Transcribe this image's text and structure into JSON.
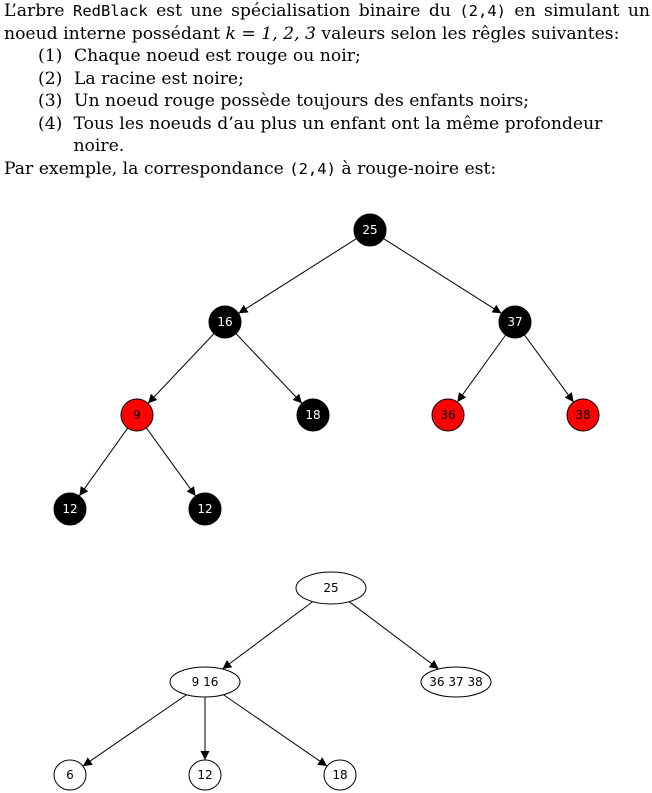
{
  "intro": {
    "part1": "L’arbre ",
    "code_redblack": "RedBlack",
    "part2": " est une spécialisation binaire du ",
    "code_24": "(2,4)",
    "part3": " en simulant un noeud interne possédant ",
    "math_k": "k = 1, 2, 3",
    "part4": " valeurs selon les rêgles suivantes:"
  },
  "rules": [
    {
      "num": "(1)",
      "text": "Chaque noeud est rouge ou noir;"
    },
    {
      "num": "(2)",
      "text": "La racine est noire;"
    },
    {
      "num": "(3)",
      "text": "Un noeud rouge possède toujours des enfants noirs;"
    },
    {
      "num": "(4)",
      "text": "Tous les noeuds d’au plus un enfant ont la même profondeur noire."
    }
  ],
  "example": {
    "part1": "Par exemple, la correspondance ",
    "code_24": "(2,4)",
    "part2": " à rouge-noire est:"
  },
  "colors": {
    "black": "#000000",
    "red": "#ff0000",
    "white": "#ffffff"
  },
  "redblack_tree": {
    "nodes": [
      {
        "id": "n25",
        "label": "25",
        "color": "black"
      },
      {
        "id": "n16",
        "label": "16",
        "color": "black"
      },
      {
        "id": "n37",
        "label": "37",
        "color": "black"
      },
      {
        "id": "n9",
        "label": "9",
        "color": "red"
      },
      {
        "id": "n18",
        "label": "18",
        "color": "black"
      },
      {
        "id": "n36",
        "label": "36",
        "color": "red"
      },
      {
        "id": "n38",
        "label": "38",
        "color": "red"
      },
      {
        "id": "n12a",
        "label": "12",
        "color": "black"
      },
      {
        "id": "n12b",
        "label": "12",
        "color": "black"
      }
    ],
    "edges": [
      [
        "n25",
        "n16"
      ],
      [
        "n25",
        "n37"
      ],
      [
        "n16",
        "n9"
      ],
      [
        "n16",
        "n18"
      ],
      [
        "n37",
        "n36"
      ],
      [
        "n37",
        "n38"
      ],
      [
        "n9",
        "n12a"
      ],
      [
        "n9",
        "n12b"
      ]
    ]
  },
  "tree24": {
    "nodes": [
      {
        "id": "m25",
        "label": "25"
      },
      {
        "id": "m916",
        "label": "9 16"
      },
      {
        "id": "m363738",
        "label": "36 37 38"
      },
      {
        "id": "m6",
        "label": "6"
      },
      {
        "id": "m12",
        "label": "12"
      },
      {
        "id": "m18",
        "label": "18"
      }
    ],
    "edges": [
      [
        "m25",
        "m916"
      ],
      [
        "m25",
        "m363738"
      ],
      [
        "m916",
        "m6"
      ],
      [
        "m916",
        "m12"
      ],
      [
        "m916",
        "m18"
      ]
    ]
  }
}
